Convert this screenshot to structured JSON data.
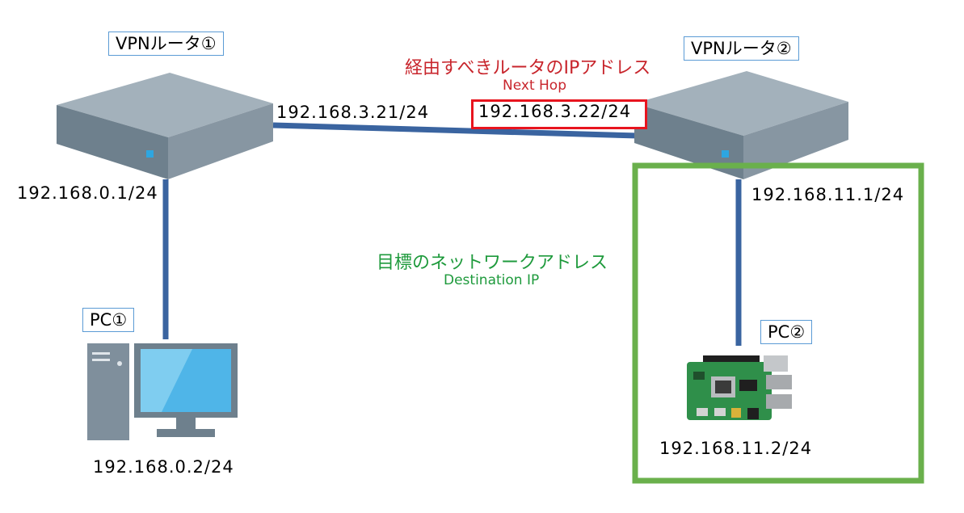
{
  "routers": {
    "r1": {
      "label": "VPNルータ①",
      "ip": "192.168.3.21/24",
      "lan_ip": "192.168.0.1/24"
    },
    "r2": {
      "label": "VPNルータ②",
      "ip": "192.168.3.22/24",
      "lan_ip": "192.168.11.1/24"
    }
  },
  "pcs": {
    "pc1": {
      "label": "PC①",
      "ip": "192.168.0.2/24"
    },
    "pc2": {
      "label": "PC②",
      "ip": "192.168.11.2/24"
    }
  },
  "next_hop": {
    "title": "経由すべきルータのIPアドレス",
    "subtitle": "Next Hop"
  },
  "destination": {
    "title": "目標のネットワークアドレス",
    "subtitle": "Destination IP"
  },
  "colors": {
    "link": "#3a64a0",
    "next_hop": "#e8141e",
    "destination": "#6ab04c",
    "label_border": "#5b9bd5"
  }
}
